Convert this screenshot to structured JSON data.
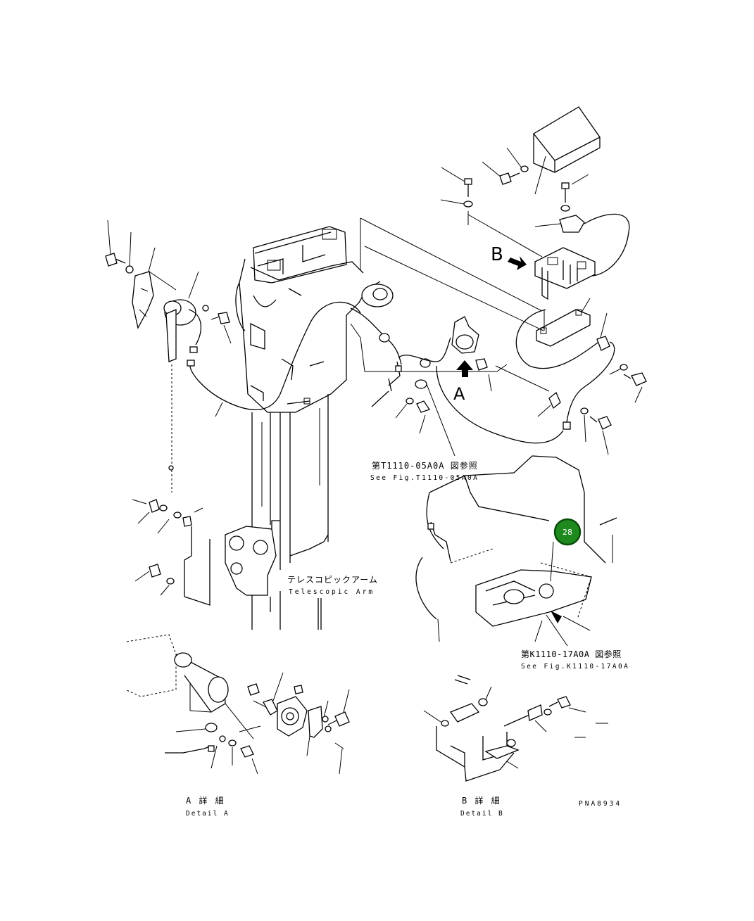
{
  "callouts": {
    "see_fig_t_ja": "第T1110-05A0A 図参照",
    "see_fig_t_en": "See Fig.T1110-05A0A",
    "see_fig_k_ja": "第K1110-17A0A 図参照",
    "see_fig_k_en": "See Fig.K1110-17A0A",
    "arm_ja": "テレスコピックアーム",
    "arm_en": "Telescopic Arm"
  },
  "view_markers": {
    "a": "A",
    "b": "B"
  },
  "details": {
    "a_ja": "A 詳 細",
    "a_en": "Detail A",
    "b_ja": "B 詳 細",
    "b_en": "Detail B"
  },
  "drawing_code": "PNA8934",
  "marker": {
    "label": "28",
    "color": "#1e8a1e",
    "border": "#0a4d0a"
  }
}
